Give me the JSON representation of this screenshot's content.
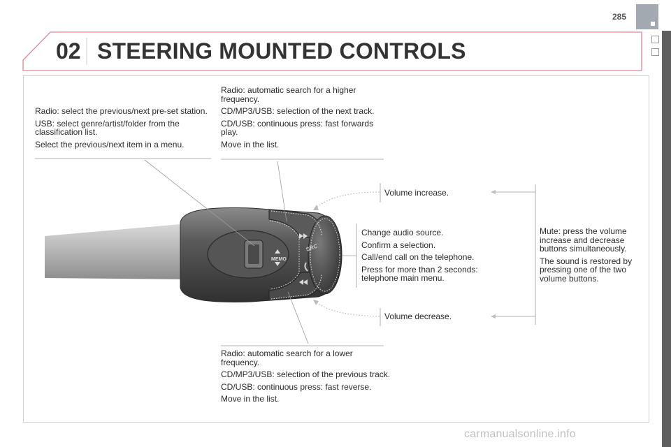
{
  "page": {
    "number": "285"
  },
  "header": {
    "chapter_number": "02",
    "chapter_title": "STEERING MOUNTED CONTROLS"
  },
  "callouts": {
    "top_left": [
      "Radio: select the previous/next pre-set station.",
      "USB: select genre/artist/folder from the classification list.",
      "Select the previous/next item in a menu."
    ],
    "top_center": [
      "Radio: automatic search for a higher frequency.",
      "CD/MP3/USB: selection of the next track.",
      "CD/USB: continuous press: fast forwards play.",
      "Move in the list."
    ],
    "volume_increase": "Volume increase.",
    "source": [
      "Change audio source.",
      "Confirm a selection.",
      "Call/end call on the telephone.",
      "Press for more than 2 seconds: telephone main menu."
    ],
    "mute": [
      "Mute: press the volume increase and decrease buttons simultaneously.",
      "The sound is restored by pressing one of the two volume buttons."
    ],
    "volume_decrease": "Volume decrease.",
    "bottom_center": [
      "Radio: automatic search for a lower frequency.",
      "CD/MP3/USB: selection of the previous track.",
      "CD/USB: continuous press: fast reverse.",
      "Move in the list."
    ]
  },
  "control": {
    "memo_label": "MEMO",
    "src_label": "SRC"
  },
  "watermark": "carmanualsonline.info"
}
